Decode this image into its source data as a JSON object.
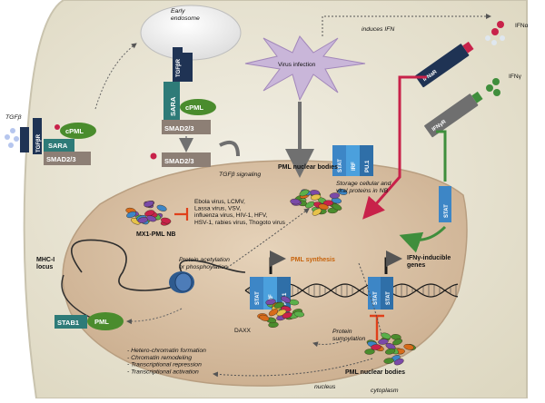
{
  "labels": {
    "early_endosome": "Early\nendosome",
    "virus_infection": "Virus infection",
    "induces_ifn": "induces IFN",
    "ifn_alpha": "IFNα",
    "ifn_gamma": "IFNγ",
    "tgfb": "TGFβ",
    "cpml": "cPML",
    "sara": "SARA",
    "smad23": "SMAD2/3",
    "tgfbr": "TGFβR",
    "ifnar": "IFNaR",
    "ifngr": "IFNγR",
    "tgfb_signaling": "TGFβ signaling",
    "pml_nuclear_bodies": "PML nuclear bodies",
    "storage": "Storage cellular and\nviral proteins in NB",
    "mx1_pml_nb": "MX1-PML NB",
    "viruses": "Ebola virus, LCMV,\nLassa virus, VSV,\ninfluenza virus, HIV-1, HFV,\nHSV-1, rabies virus, Thogoto virus",
    "protein_acetylation": "Protein acetylation\nor phosphoylation",
    "pml_synthesis": "PML synthesis",
    "ifn_inducible": "IFNγ-inducible\ngenes",
    "stat": "STAT",
    "irf": "IRF",
    "pu1": "PU.1",
    "mhc_locus": "MHC-I\nlocus",
    "stab1": "STAB1",
    "pml": "PML",
    "daxx": "DAXX",
    "protein_sumoylation": "Protein\nsumoylation",
    "pml_nuclear_bodies_bottom": "PML nuclear bodies",
    "functions": "- Hetero-chromatin formation\n- Chromatin remodeling\n- Transcriptional repression\n- Transcriptional activation",
    "nucleus": "nucleus",
    "cytoplasm": "cytoplasm"
  },
  "colors": {
    "cell": "#e8e4d3",
    "nucleus": "#d9c3a7",
    "grey_box": "#8d7f75",
    "teal_box": "#2e7b78",
    "navy_box": "#1f3354",
    "blue_box": "#3d86c6",
    "green_blob": "#4a8c2d",
    "red_arrow": "#c8224a",
    "green_arrow": "#3f8e3c",
    "orange_text": "#c7620a",
    "virus_fill": "#c9b6d9"
  }
}
